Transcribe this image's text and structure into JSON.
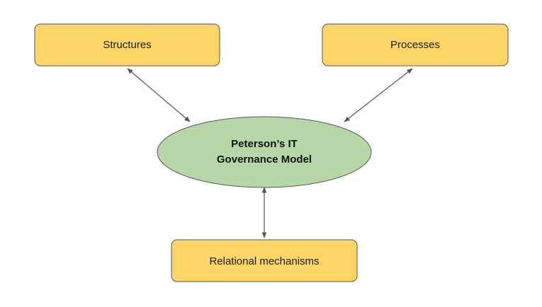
{
  "diagram": {
    "center": {
      "line1": "Peterson’s IT",
      "line2": "Governance Model",
      "fill": "#b6d7a8"
    },
    "nodes": [
      {
        "id": "structures",
        "label": "Structures"
      },
      {
        "id": "processes",
        "label": "Processes"
      },
      {
        "id": "relational",
        "label": "Relational mechanisms"
      }
    ],
    "colors": {
      "box_fill": "#fdd667",
      "stroke": "#555555",
      "connector": "#555555"
    }
  }
}
